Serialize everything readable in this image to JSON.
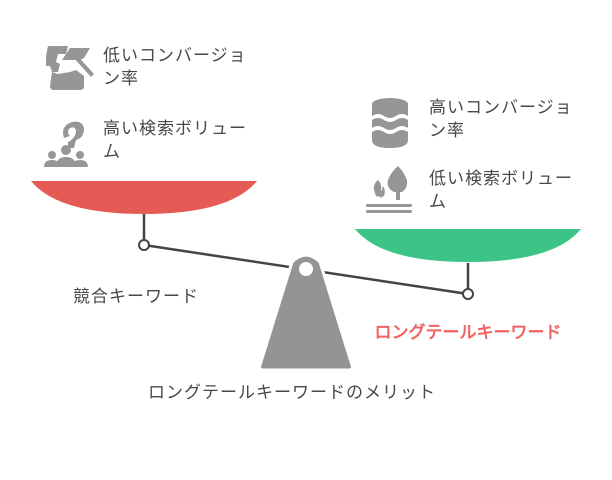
{
  "diagram": {
    "title": "ロングテールキーワードのメリット",
    "left_side": {
      "label": "競合キーワード",
      "pan_color": "#E55A55",
      "items": [
        {
          "icon": "hand-coin-drop-icon",
          "text": "低いコンバージョン率"
        },
        {
          "icon": "crowd-question-icon",
          "text": "高い検索ボリューム"
        }
      ]
    },
    "right_side": {
      "label": "ロングテールキーワード",
      "label_color": "#F06262",
      "pan_color": "#3CC486",
      "items": [
        {
          "icon": "database-stack-icon",
          "text": "高いコンバージョン率"
        },
        {
          "icon": "trees-landscape-icon",
          "text": "低い検索ボリューム"
        }
      ]
    },
    "colors": {
      "icon_gray": "#969696",
      "text_gray": "#484848",
      "beam": "#444444",
      "fulcrum": "#949494"
    }
  }
}
